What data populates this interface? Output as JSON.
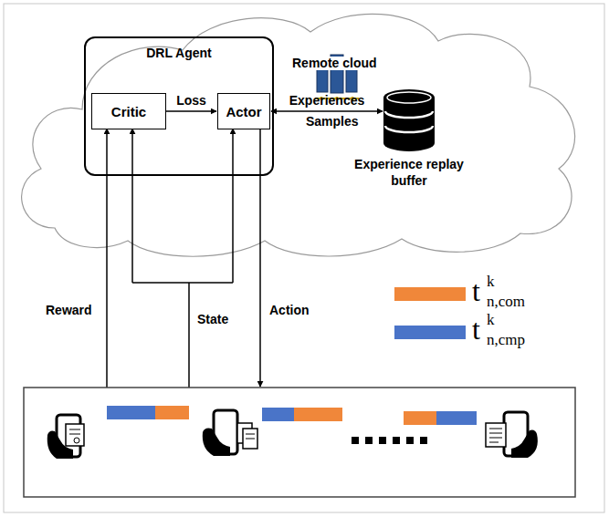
{
  "diagram": {
    "nodes": [
      {
        "text": [
          "DRL Agent"
        ]
      },
      {
        "text": [
          "Critic"
        ],
        "in": 0
      },
      {
        "text": [
          "Actor"
        ],
        "in": 0
      },
      {
        "text": [
          "Experience replay buffer"
        ]
      }
    ],
    "edges": [
      {
        "from": 1,
        "to": 2,
        "label": "Loss",
        "arrow": "to"
      },
      {
        "from": 2,
        "to": 3,
        "label": "Experiences",
        "arrow": "both"
      }
    ],
    "labels": [
      "Remote cloud",
      "Samples",
      "Reward",
      "State",
      "Action",
      "k",
      "n,com",
      "k",
      "n,cmp"
    ],
    "legend": [
      {
        "text": "t",
        "color": "#f0873a"
      },
      {
        "text": "t",
        "color": "#4a74c8"
      }
    ]
  }
}
